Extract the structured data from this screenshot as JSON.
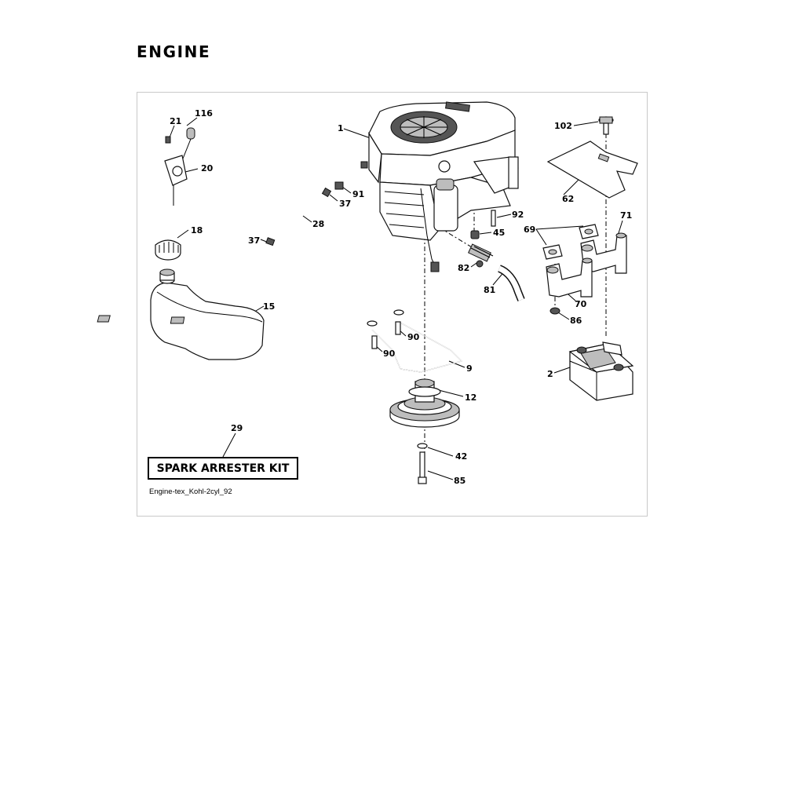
{
  "page": {
    "title": "ENGINE"
  },
  "kit_label": "SPARK ARRESTER KIT",
  "drawing_id": "Engine-tex_Kohl-2cyl_92",
  "callouts": [
    {
      "id": "c-116",
      "text": "116"
    },
    {
      "id": "c-21",
      "text": "21"
    },
    {
      "id": "c-20",
      "text": "20"
    },
    {
      "id": "c-1",
      "text": "1"
    },
    {
      "id": "c-102",
      "text": "102"
    },
    {
      "id": "c-62",
      "text": "62"
    },
    {
      "id": "c-91",
      "text": "91"
    },
    {
      "id": "c-37a",
      "text": "37"
    },
    {
      "id": "c-28",
      "text": "28"
    },
    {
      "id": "c-37b",
      "text": "37"
    },
    {
      "id": "c-18",
      "text": "18"
    },
    {
      "id": "c-92",
      "text": "92"
    },
    {
      "id": "c-45",
      "text": "45"
    },
    {
      "id": "c-71",
      "text": "71"
    },
    {
      "id": "c-69",
      "text": "69"
    },
    {
      "id": "c-82",
      "text": "82"
    },
    {
      "id": "c-81",
      "text": "81"
    },
    {
      "id": "c-15",
      "text": "15"
    },
    {
      "id": "c-70",
      "text": "70"
    },
    {
      "id": "c-86",
      "text": "86"
    },
    {
      "id": "c-90a",
      "text": "90"
    },
    {
      "id": "c-90b",
      "text": "90"
    },
    {
      "id": "c-9",
      "text": "9"
    },
    {
      "id": "c-2",
      "text": "2"
    },
    {
      "id": "c-12",
      "text": "12"
    },
    {
      "id": "c-29",
      "text": "29"
    },
    {
      "id": "c-42",
      "text": "42"
    },
    {
      "id": "c-85",
      "text": "85"
    }
  ]
}
